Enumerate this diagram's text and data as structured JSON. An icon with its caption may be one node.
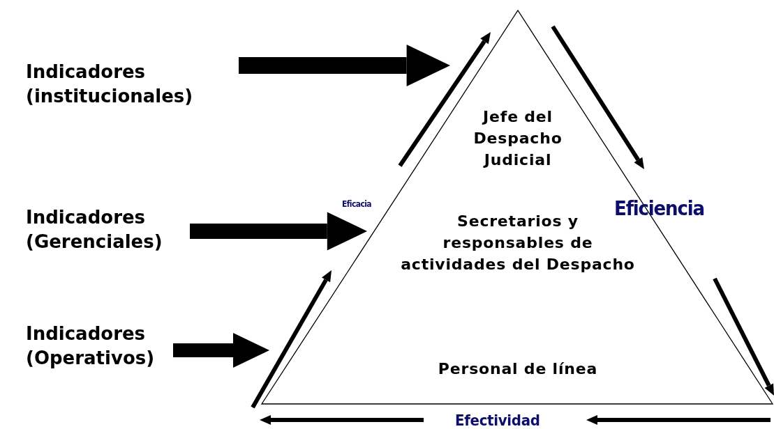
{
  "diagram": {
    "nodes": [
      {
        "text": [
          "Jefe del Despacho Judicial",
          "Secretarios y responsables de actividades del Despacho",
          "Personal de línea"
        ]
      },
      {
        "text": [
          "Indicadores (institucionales)"
        ]
      },
      {
        "text": [
          "Indicadores (Gerenciales)"
        ]
      },
      {
        "text": [
          "Indicadores (Operativos)"
        ]
      }
    ],
    "edges": [
      {
        "from": 1,
        "to": 0,
        "arrow": "to"
      },
      {
        "from": 2,
        "to": 0,
        "arrow": "to"
      },
      {
        "from": 3,
        "to": 0,
        "arrow": "to"
      }
    ],
    "labels": [
      "Eficacia",
      "Eficiencia",
      "Efectividad"
    ]
  }
}
